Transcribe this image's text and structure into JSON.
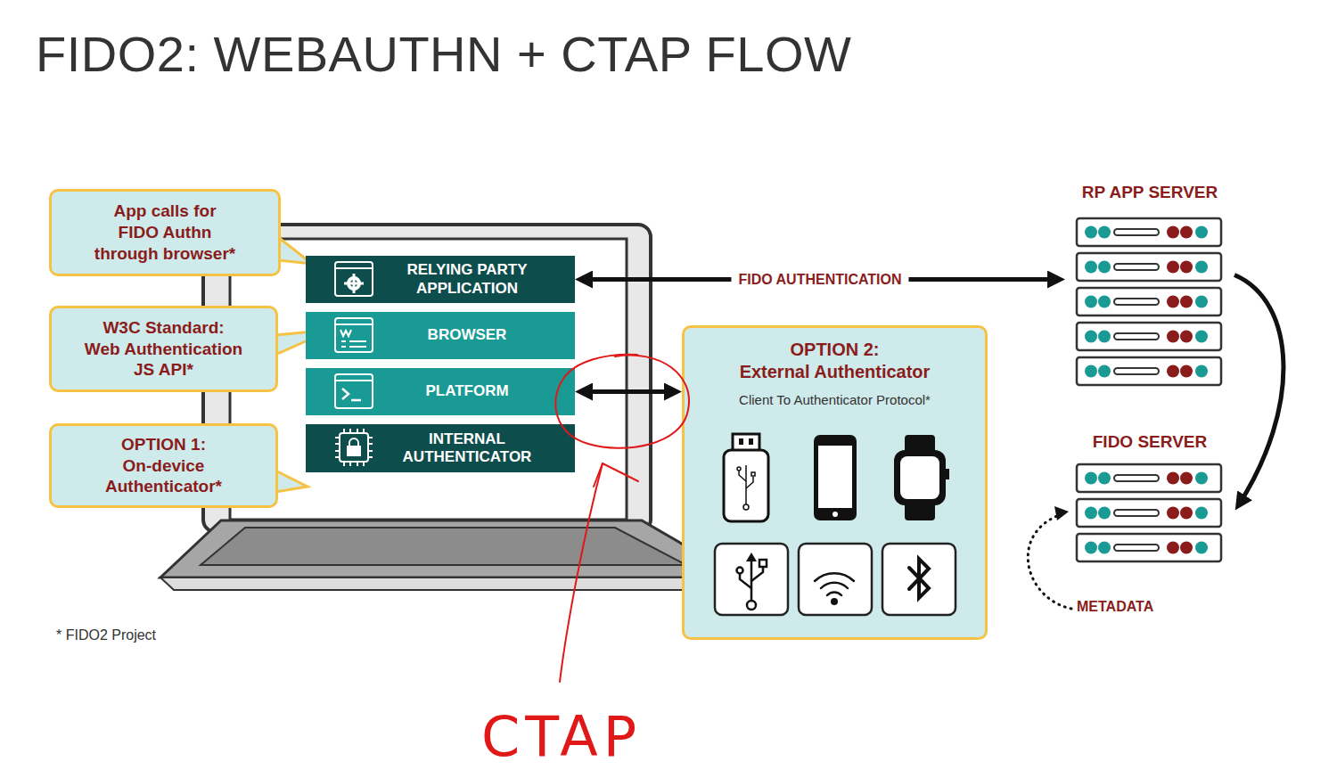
{
  "diagram": {
    "title": "FIDO2: WEBAUTHN + CTAP FLOW",
    "nodes": [
      {
        "text": [
          "App calls for FIDO Authn through browser*"
        ]
      },
      {
        "text": [
          "RELYING PARTY APPLICATION"
        ]
      },
      {
        "text": [
          "RP APP SERVER"
        ]
      },
      {
        "text": [
          "W3C Standard:",
          "Web Authentication JS API*"
        ]
      },
      {
        "text": [
          "BROWSER"
        ]
      },
      {
        "text": [
          "OPTION 2:",
          "External Authenticator",
          "Client To Authenticator Protocol*"
        ]
      },
      {
        "text": [
          "PLATFORM"
        ]
      },
      {
        "text": [
          "OPTION 1:",
          "On-device Authenticator*"
        ]
      },
      {
        "text": [
          "INTERNAL AUTHENTICATOR"
        ]
      },
      {
        "text": [
          "FIDO SERVER"
        ]
      }
    ],
    "edges": [
      {
        "from": 1,
        "to": 2,
        "label": "FIDO AUTHENTICATION",
        "arrow": "both"
      },
      {
        "from": 6,
        "to": 5,
        "arrow": "both"
      },
      {
        "from": 2,
        "to": 9,
        "arrow": "to"
      }
    ],
    "labels": [
      "METADATA",
      "* FIDO2 Project",
      "CTAP"
    ]
  }
}
